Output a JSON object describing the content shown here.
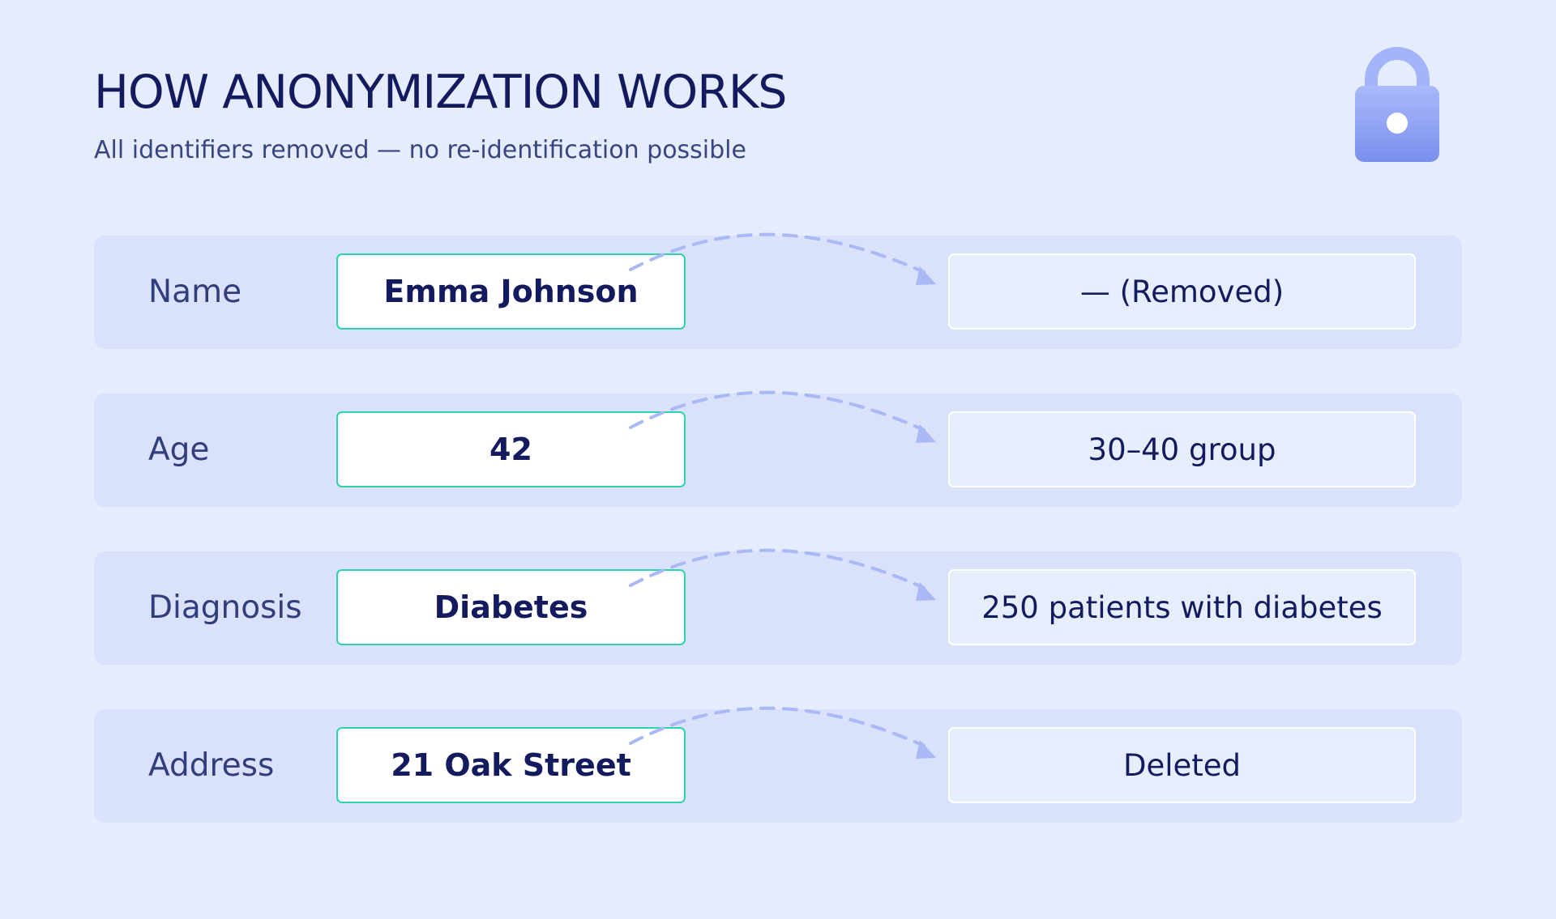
{
  "header": {
    "title": "HOW ANONYMIZATION WORKS",
    "subtitle": "All identifiers removed — no re-identification possible",
    "icon": "lock-icon"
  },
  "rows": [
    {
      "label": "Name",
      "original": "Emma Johnson",
      "anonymized": "— (Removed)"
    },
    {
      "label": "Age",
      "original": "42",
      "anonymized": "30–40 group"
    },
    {
      "label": "Diagnosis",
      "original": "Diabetes",
      "anonymized": "250 patients with diabetes"
    },
    {
      "label": "Address",
      "original": "21 Oak Street",
      "anonymized": "Deleted"
    }
  ],
  "colors": {
    "background": "#e4ecfd",
    "row_background": "#d9e1fb",
    "original_border": "#2ed3ac",
    "text_dark": "#131a5e",
    "arrow": "#aab8f5",
    "lock_top": "#a9b8fa",
    "lock_bottom": "#7d92ee"
  }
}
